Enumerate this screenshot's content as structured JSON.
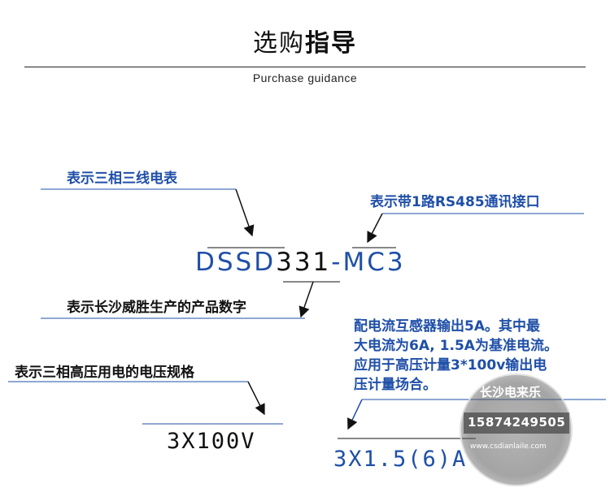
{
  "header": {
    "title_light": "选购",
    "title_bold": "指导",
    "subtitle": "Purchase guidance"
  },
  "model": {
    "part1": "DSSD",
    "part2": "331",
    "part3": "-",
    "part4": "MC3"
  },
  "notes": {
    "three_phase": "表示三相三线电表",
    "rs485": "表示带1路RS485通讯接口",
    "product_code": "表示长沙威胜生产的产品数字",
    "voltage_spec": "表示三相高压用电的电压规格",
    "current_lines": [
      "配电流互感器输出5A。其中最",
      "大电流为6A, 1.5A为基准电流。",
      "应用于高压计量3*100v输出电",
      "压计量场合。"
    ]
  },
  "values": {
    "voltage": "3X100V",
    "current": "3X1.5(6)A"
  },
  "stamp": {
    "name": "长沙电来乐",
    "phone": "15874249505",
    "url": "www.csdianlaile.com"
  },
  "colors": {
    "accent": "#1f4fa8",
    "text": "#111111"
  }
}
